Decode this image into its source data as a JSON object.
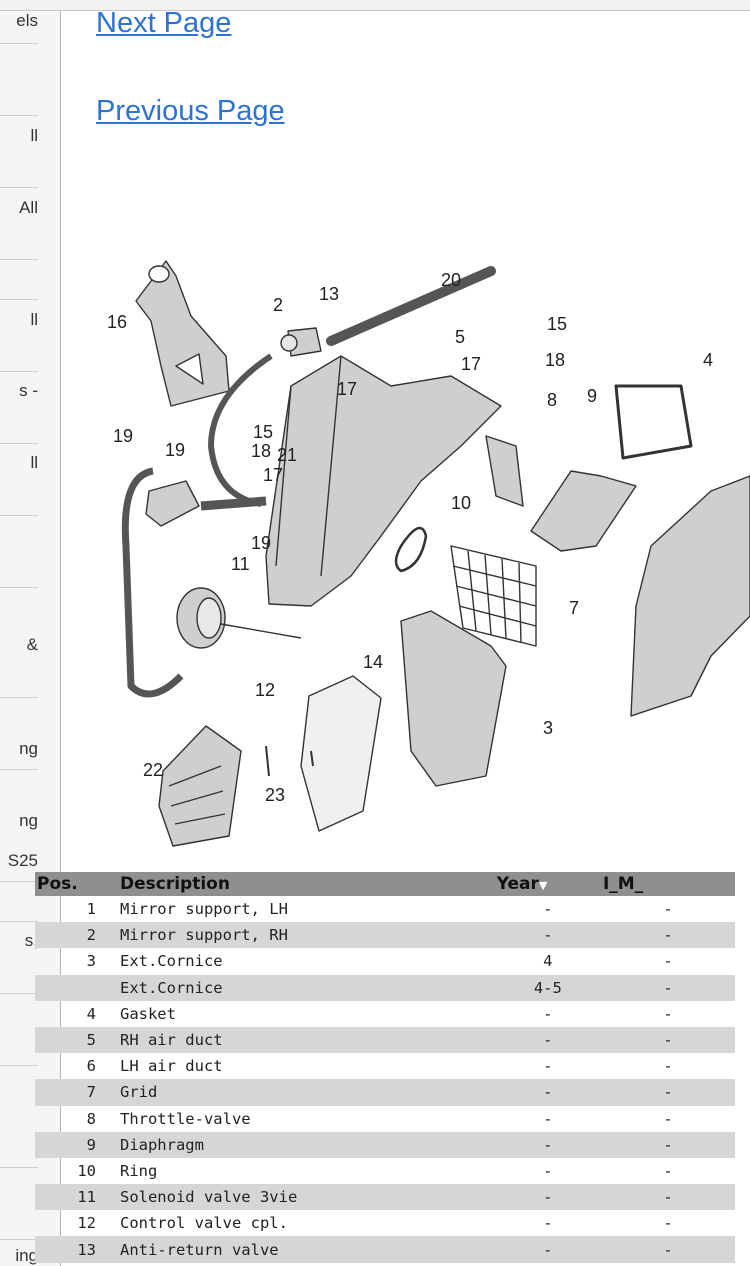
{
  "sidebar": {
    "items": [
      "els",
      "ll",
      "All",
      "ll",
      "s -",
      "ll",
      "&",
      "ng",
      "ng",
      "S25",
      "s,",
      "ing"
    ]
  },
  "nav": {
    "next_label": "Next Page",
    "prev_label": "Previous Page"
  },
  "diagram": {
    "callouts": [
      "20",
      "13",
      "2",
      "16",
      "15",
      "18",
      "5",
      "17",
      "17",
      "15",
      "18",
      "21",
      "17",
      "19",
      "19",
      "19",
      "11",
      "10",
      "8",
      "9",
      "4",
      "7",
      "12",
      "14",
      "3",
      "22",
      "23"
    ]
  },
  "table": {
    "headers": {
      "pos": "Pos.",
      "description": "Description",
      "year": "Year",
      "sort_glyph": "▼",
      "im": "I_M_"
    },
    "rows": [
      {
        "pos": "1",
        "description": "Mirror support, LH",
        "year": "-",
        "im": "-"
      },
      {
        "pos": "2",
        "description": "Mirror support, RH",
        "year": "-",
        "im": "-"
      },
      {
        "pos": "3",
        "description": "Ext.Cornice",
        "year": "4",
        "im": "-"
      },
      {
        "pos": "",
        "description": "Ext.Cornice",
        "year": "4-5",
        "im": "-"
      },
      {
        "pos": "4",
        "description": "Gasket",
        "year": "-",
        "im": "-"
      },
      {
        "pos": "5",
        "description": "RH air duct",
        "year": "-",
        "im": "-"
      },
      {
        "pos": "6",
        "description": "LH air duct",
        "year": "-",
        "im": "-"
      },
      {
        "pos": "7",
        "description": "Grid",
        "year": "-",
        "im": "-"
      },
      {
        "pos": "8",
        "description": "Throttle-valve",
        "year": "-",
        "im": "-"
      },
      {
        "pos": "9",
        "description": "Diaphragm",
        "year": "-",
        "im": "-"
      },
      {
        "pos": "10",
        "description": "Ring",
        "year": "-",
        "im": "-"
      },
      {
        "pos": "11",
        "description": "Solenoid valve 3vie",
        "year": "-",
        "im": "-"
      },
      {
        "pos": "12",
        "description": "Control valve cpl.",
        "year": "-",
        "im": "-"
      },
      {
        "pos": "13",
        "description": "Anti-return valve",
        "year": "-",
        "im": "-"
      }
    ]
  }
}
